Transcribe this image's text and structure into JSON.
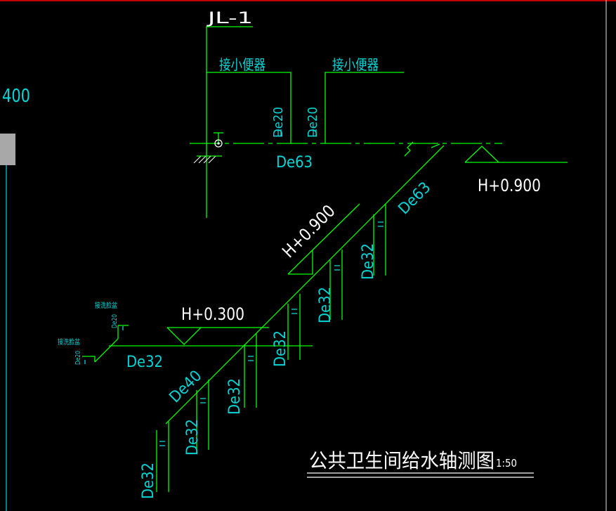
{
  "drawing": {
    "riser_label": "JL-1",
    "side_label": "400",
    "urinal_labels": [
      "接小便器",
      "接小便器"
    ],
    "main_pipe_size": "De63",
    "branch_size_de20": "De20",
    "elevation_upper": "H+0.900",
    "elevation_diag": "H+0.900",
    "elevation_lower": "H+0.300",
    "diag_upper_size": "De63",
    "diag_lower_size": "De40",
    "horizontal_lower_size": "De32",
    "branch_size_de32": "De32",
    "basin_labels": [
      "接洗脸盆",
      "接洗脸盆"
    ],
    "basin_size": "De20",
    "title": "公共卫生间给水轴测图",
    "scale": "1:50"
  },
  "colors": {
    "background": "#000000",
    "pipe": "#00ff00",
    "text": "#00d5d5",
    "white": "#ffffff",
    "frame": "#c00000"
  }
}
